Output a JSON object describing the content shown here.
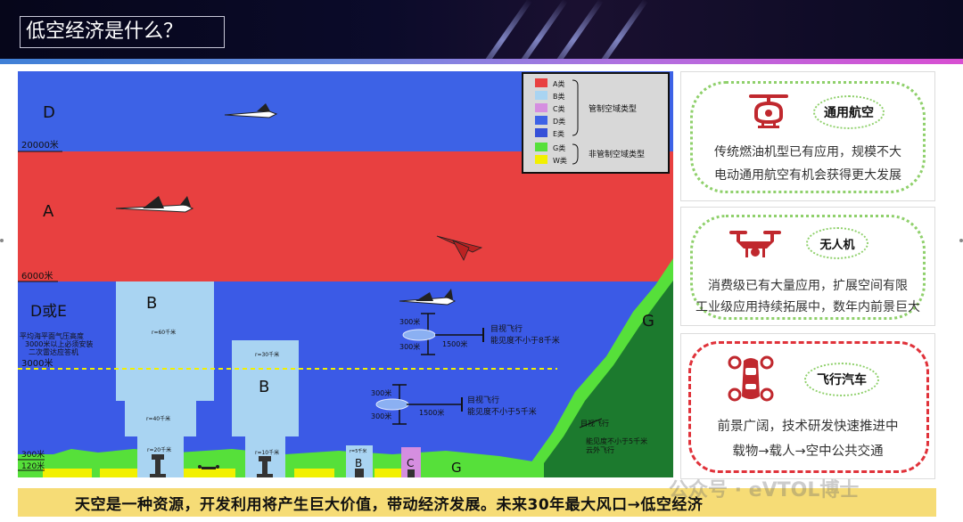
{
  "header": {
    "title": "低空经济是什么？"
  },
  "diagram": {
    "zones": {
      "D": "D",
      "A": "A",
      "DE": "D或E",
      "B_big": "B",
      "B_mid": "B",
      "B_small": "B",
      "C": "C",
      "G_bottom": "G",
      "G_right": "G"
    },
    "altitudes": {
      "a20000": "20000米",
      "a6000": "6000米",
      "a3000": "3000米",
      "a300": "300米",
      "a120": "120米"
    },
    "de_note": [
      "平均海平面气压高度",
      "3000米以上必须安装",
      "二次雷达应答机"
    ],
    "tower_labels": {
      "big_top": "r=60千米",
      "big_mid": "r=40千米",
      "big_bot": "r=20千米",
      "mid_top": "r=30千米",
      "mid_bot": "r=10千米",
      "small": "r=5千米"
    },
    "vfr_upper": {
      "vertical": "300米",
      "vertical2": "300米",
      "horizontal": "1500米",
      "line1": "目视飞行",
      "line2": "能见度不小于8千米"
    },
    "vfr_lower": {
      "vertical": "300米",
      "vertical2": "300米",
      "horizontal": "1500米",
      "line1": "目视飞行",
      "line2": "能见度不小于5千米"
    },
    "vfr_g": [
      "目视飞行",
      "能见度不小于5千米",
      "云外飞行"
    ],
    "legend": {
      "items": [
        {
          "label": "A类",
          "color": "#e84040"
        },
        {
          "label": "B类",
          "color": "#a9d4f2"
        },
        {
          "label": "C类",
          "color": "#d58ee0"
        },
        {
          "label": "D类",
          "color": "#3d62e6"
        },
        {
          "label": "E类",
          "color": "#3550d8"
        },
        {
          "label": "G类",
          "color": "#56e03a"
        },
        {
          "label": "W类",
          "color": "#f2f000"
        }
      ],
      "controlled": "管制空域类型",
      "uncontrolled": "非管制空域类型"
    }
  },
  "cards": [
    {
      "label": "通用航空",
      "lines": [
        "传统燃油机型已有应用，规模不大",
        "电动通用航空有机会获得更大发展"
      ]
    },
    {
      "label": "无人机",
      "lines": [
        "消费级已有大量应用，扩展空间有限",
        "工业级应用持续拓展中，数年内前景巨大"
      ]
    },
    {
      "label": "飞行汽车",
      "lines": [
        "前景广阔，技术研发快速推进中",
        "载物→载人→空中公共交通"
      ]
    }
  ],
  "footer": {
    "text": "天空是一种资源，开发利用将产生巨大价值，带动经济发展。未来30年最大风口→低空经济"
  },
  "watermark": {
    "text": "公众号 · eVTOL博士"
  },
  "colors": {
    "accent_red": "#e0323a",
    "dotted_green": "#8fd06b",
    "footer_yellow": "#f6dc76"
  }
}
